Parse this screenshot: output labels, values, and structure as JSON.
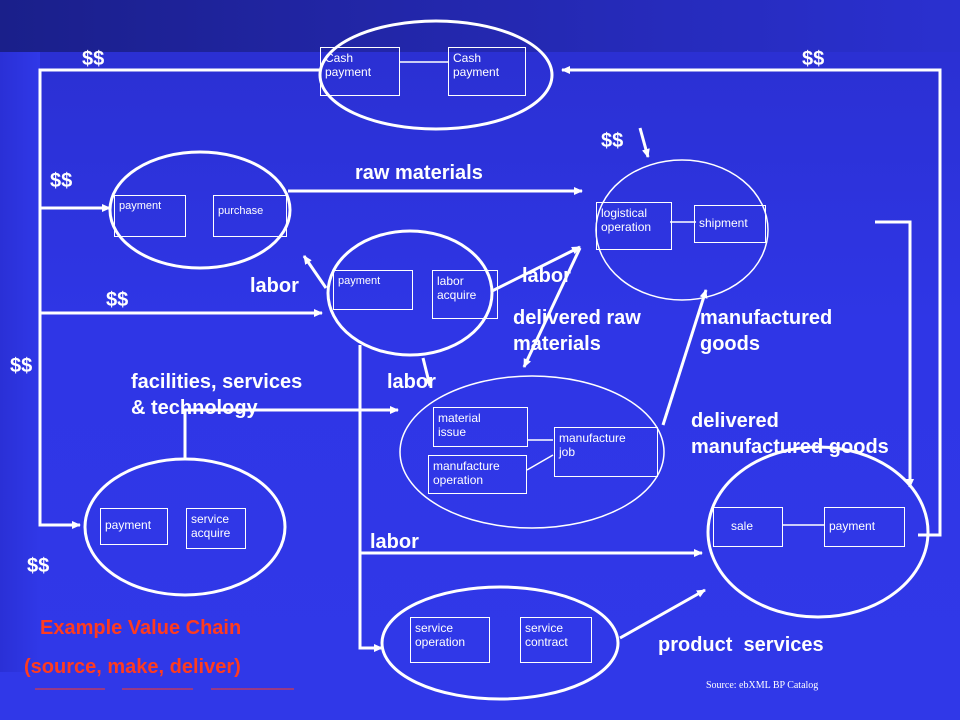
{
  "boxes": {
    "cash_payment_left": "Cash\npayment",
    "cash_payment_right": "Cash\npayment",
    "purchase_payment": "payment",
    "purchase": "purchase",
    "labor_payment": "payment",
    "labor_acquire": "labor\nacquire",
    "logistical_operation": "logistical\noperation",
    "shipment": "shipment",
    "material_issue": "material\nissue",
    "manufacture_job": "manufacture\njob",
    "manufacture_operation": "manufacture\noperation",
    "service_payment": "payment",
    "service_acquire": "service\nacquire",
    "sale": "sale",
    "sale_payment": "payment",
    "service_operation": "service\noperation",
    "service_contract": "service\ncontract"
  },
  "flows": {
    "dollars": "$$",
    "raw_materials": "raw materials",
    "labor": "labor",
    "delivered_raw_materials": "delivered raw\nmaterials",
    "manufactured_goods": "manufactured\ngoods",
    "facilities": "facilities, services\n& technology",
    "delivered_manufactured_goods": "delivered\nmanufactured goods",
    "product_services": "product  services"
  },
  "caption": {
    "title": "Example Value Chain",
    "subtitle": "(source, make, deliver)",
    "source": "Source: ebXML BP Catalog"
  },
  "colors": {
    "line": "#ffffff",
    "caption": "#ff3b1f"
  }
}
